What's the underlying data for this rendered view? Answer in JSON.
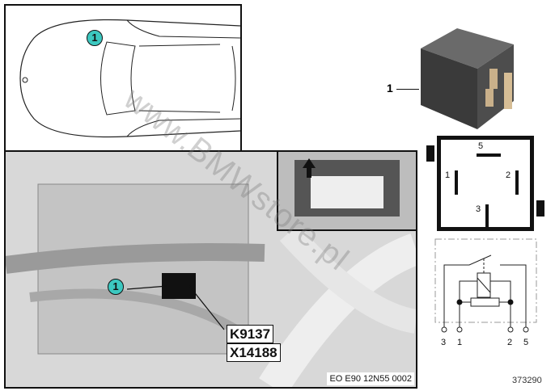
{
  "car_view": {
    "callout": "1"
  },
  "photo": {
    "callout": "1",
    "labels": [
      "K9137",
      "X14188"
    ],
    "image_code": "EO E90 12N55 0002"
  },
  "relay": {
    "callout": "1"
  },
  "pinout": {
    "pins": [
      "5",
      "1",
      "2",
      "3"
    ]
  },
  "schematic": {
    "terminals": [
      "3",
      "1",
      "2",
      "5"
    ]
  },
  "part_number": "373290",
  "watermark": "www.BMWstore.pl"
}
